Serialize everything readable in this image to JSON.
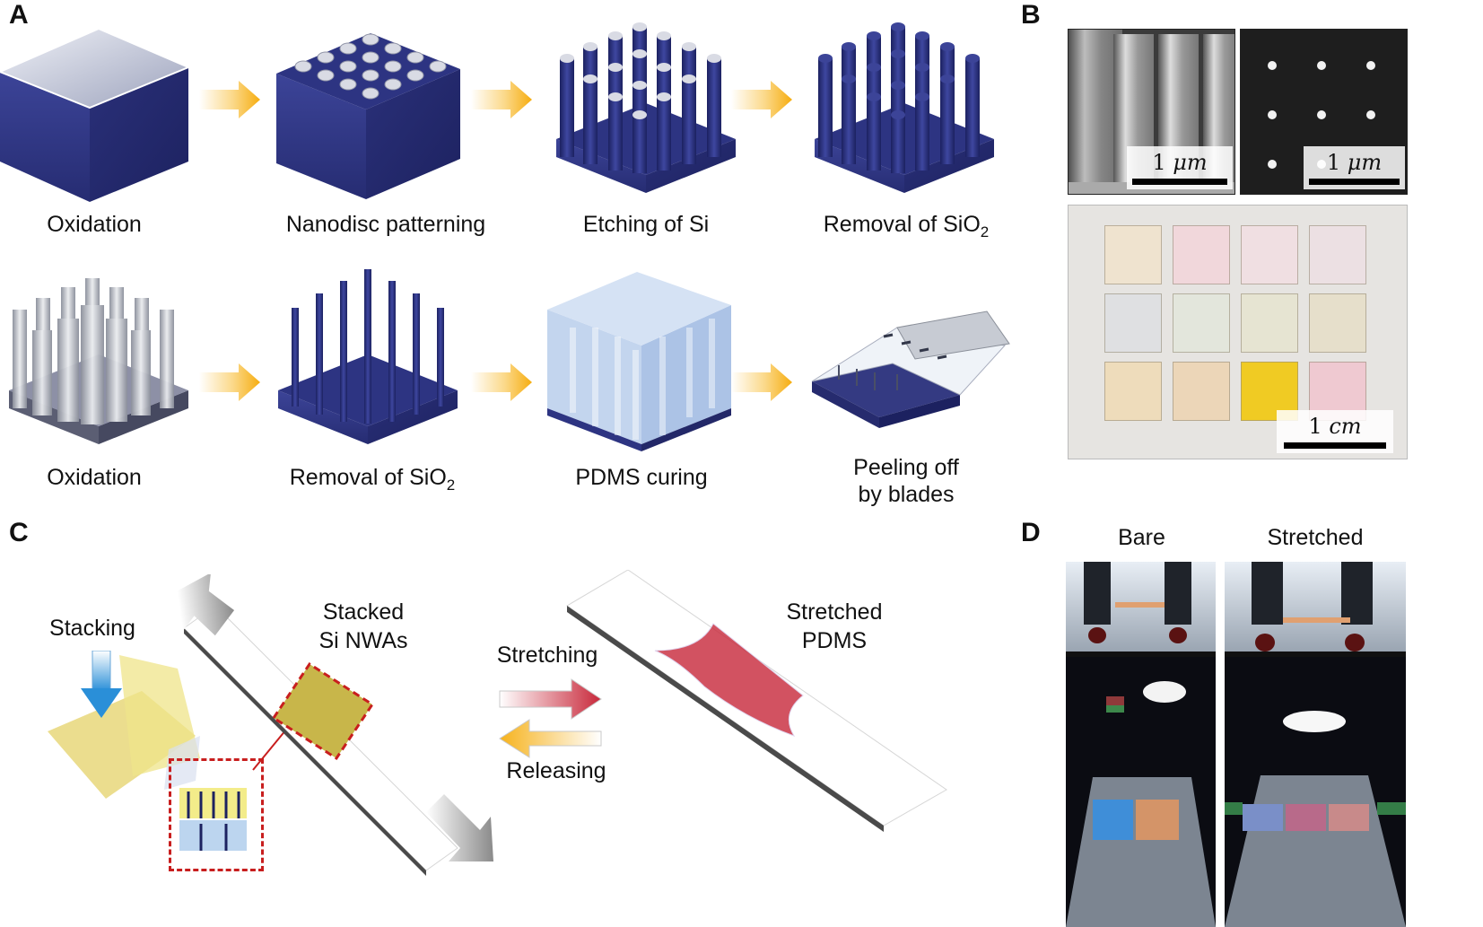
{
  "panels": {
    "a": "A",
    "b": "B",
    "c": "C",
    "d": "D"
  },
  "panelA": {
    "row1": [
      {
        "label": "Oxidation"
      },
      {
        "label": "Nanodisc patterning"
      },
      {
        "label": "Etching of Si"
      },
      {
        "label_main": "Removal of SiO",
        "label_sub": "2"
      }
    ],
    "row2": [
      {
        "label": "Oxidation"
      },
      {
        "label_main": "Removal of SiO",
        "label_sub": "2"
      },
      {
        "label": "PDMS curing"
      },
      {
        "label_line1": "Peeling off",
        "label_line2": "by blades"
      }
    ]
  },
  "panelB": {
    "sem1_scale_num": "1",
    "sem1_scale_unit": "μm",
    "sem2_scale_num": "1",
    "sem2_scale_unit": "μm",
    "photo_scale_num": "1",
    "photo_scale_unit": "cm",
    "sample_colors": [
      "#efe3cf",
      "#f1d7db",
      "#f0dfe2",
      "#ece0e3",
      "#dfe0e2",
      "#e3e6dc",
      "#e6e4d2",
      "#e6dfcb",
      "#eedcbb",
      "#ecd6b8",
      "#f0cb23",
      "#efc9d1"
    ]
  },
  "panelC": {
    "stacking": "Stacking",
    "stacked_line1": "Stacked",
    "stacked_line2": "Si NWAs",
    "stretching": "Stretching",
    "releasing": "Releasing",
    "stretched_line1": "Stretched",
    "stretched_line2": "PDMS"
  },
  "panelD": {
    "bare": "Bare",
    "stretched": "Stretched"
  },
  "colors": {
    "navy": "#2f3580",
    "arrow_orange": "#f6b21c",
    "stretch_red": "#c8283a",
    "dashed_red": "#c81e1e"
  }
}
